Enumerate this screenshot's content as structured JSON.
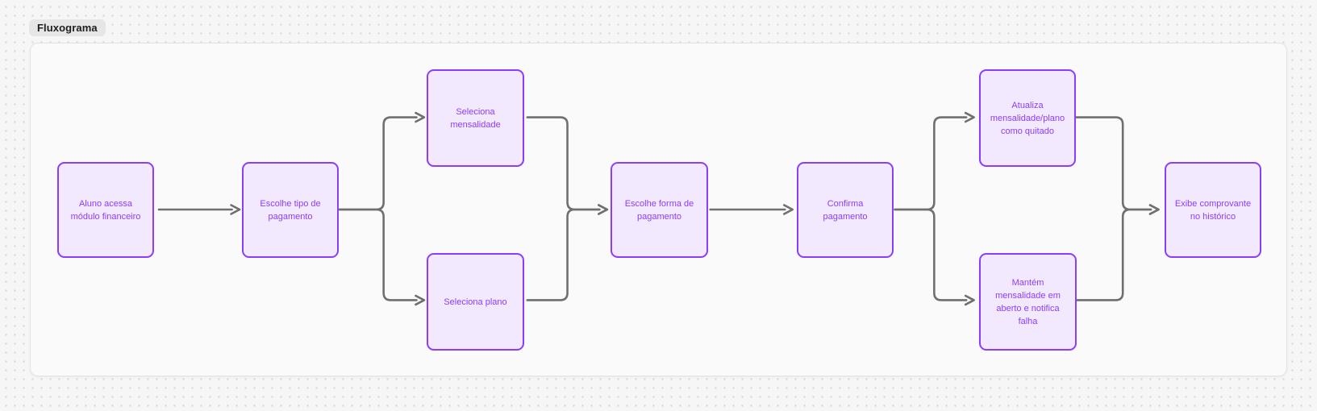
{
  "frame": {
    "badge_label": "Fluxograma"
  },
  "colors": {
    "page_background": "#f6f6f6",
    "dot_grid": "#d9d9d9",
    "canvas_background": "#fafafa",
    "canvas_border": "#e3e3e3",
    "badge_background": "#e6e6e6",
    "badge_text": "#1e1e1e",
    "node_fill": "#f3e9fe",
    "node_border": "#8b3dff",
    "node_text": "#8b3dff",
    "connector": "#6f6f6f"
  },
  "flowchart": {
    "nodes": [
      {
        "id": "start",
        "label": "Aluno acessa módulo financeiro"
      },
      {
        "id": "choose-type",
        "label": "Escolhe tipo de pagamento"
      },
      {
        "id": "select-mensalidade",
        "label": "Seleciona mensalidade"
      },
      {
        "id": "select-plano",
        "label": "Seleciona plano"
      },
      {
        "id": "choose-method",
        "label": "Escolhe forma de pagamento"
      },
      {
        "id": "confirm",
        "label": "Confirma pagamento"
      },
      {
        "id": "update-paid",
        "label": "Atualiza mensalidade/plano como quitado"
      },
      {
        "id": "keep-open",
        "label": "Mantém mensalidade em aberto e notifica falha"
      },
      {
        "id": "show-receipt",
        "label": "Exibe comprovante no histórico"
      }
    ],
    "edges": [
      {
        "from": "start",
        "to": "choose-type"
      },
      {
        "from": "choose-type",
        "to": "select-mensalidade"
      },
      {
        "from": "choose-type",
        "to": "select-plano"
      },
      {
        "from": "select-mensalidade",
        "to": "choose-method"
      },
      {
        "from": "select-plano",
        "to": "choose-method"
      },
      {
        "from": "choose-method",
        "to": "confirm"
      },
      {
        "from": "confirm",
        "to": "update-paid"
      },
      {
        "from": "confirm",
        "to": "keep-open"
      },
      {
        "from": "update-paid",
        "to": "show-receipt"
      },
      {
        "from": "keep-open",
        "to": "show-receipt"
      }
    ]
  }
}
